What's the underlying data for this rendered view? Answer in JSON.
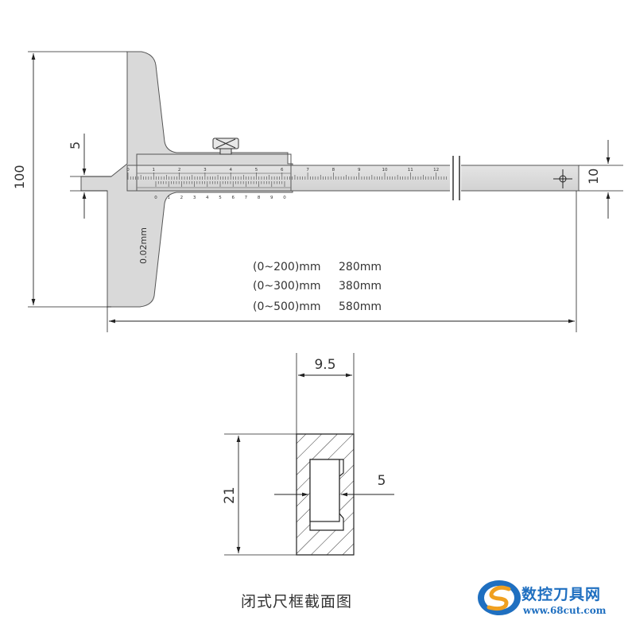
{
  "top_view": {
    "dim_height": "100",
    "dim_base": "5",
    "dim_beam": "10",
    "jaw_label": "0.02mm",
    "main_scale_numbers": [
      "0",
      "1",
      "2",
      "3",
      "4",
      "5",
      "6",
      "7",
      "8",
      "9",
      "10",
      "11",
      "12"
    ],
    "vernier_numbers": [
      "0",
      "1",
      "2",
      "3",
      "4",
      "5",
      "6",
      "7",
      "8",
      "9",
      "0"
    ],
    "length_table": [
      {
        "range": "(0~200)mm",
        "length": "280mm"
      },
      {
        "range": "(0~300)mm",
        "length": "380mm"
      },
      {
        "range": "(0~500)mm",
        "length": "580mm"
      }
    ]
  },
  "section_view": {
    "dim_width": "9.5",
    "dim_height": "21",
    "dim_slot": "5",
    "caption": "闭式尺框截面图"
  },
  "watermark": {
    "name": "数控刀具网",
    "url": "www.68cut.com",
    "colors": {
      "blue": "#1f6fc0",
      "orange": "#f0a020"
    }
  }
}
